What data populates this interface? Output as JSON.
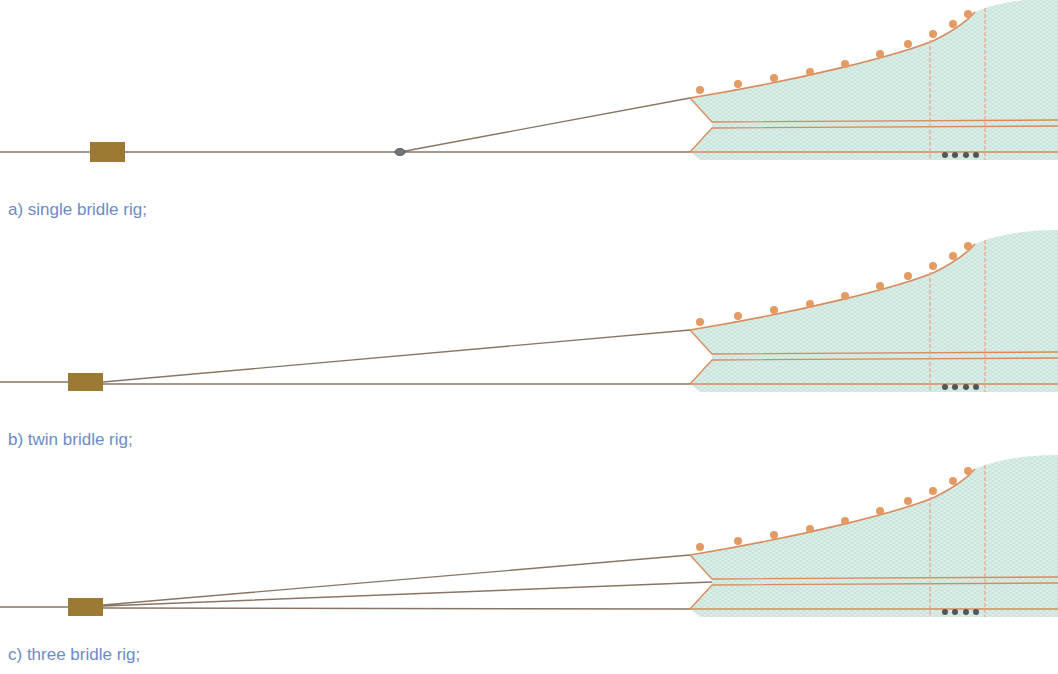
{
  "diagram": {
    "labels": [
      "a) single bridle rig;",
      "b) twin bridle rig;",
      "c) three bridle rig;"
    ]
  }
}
